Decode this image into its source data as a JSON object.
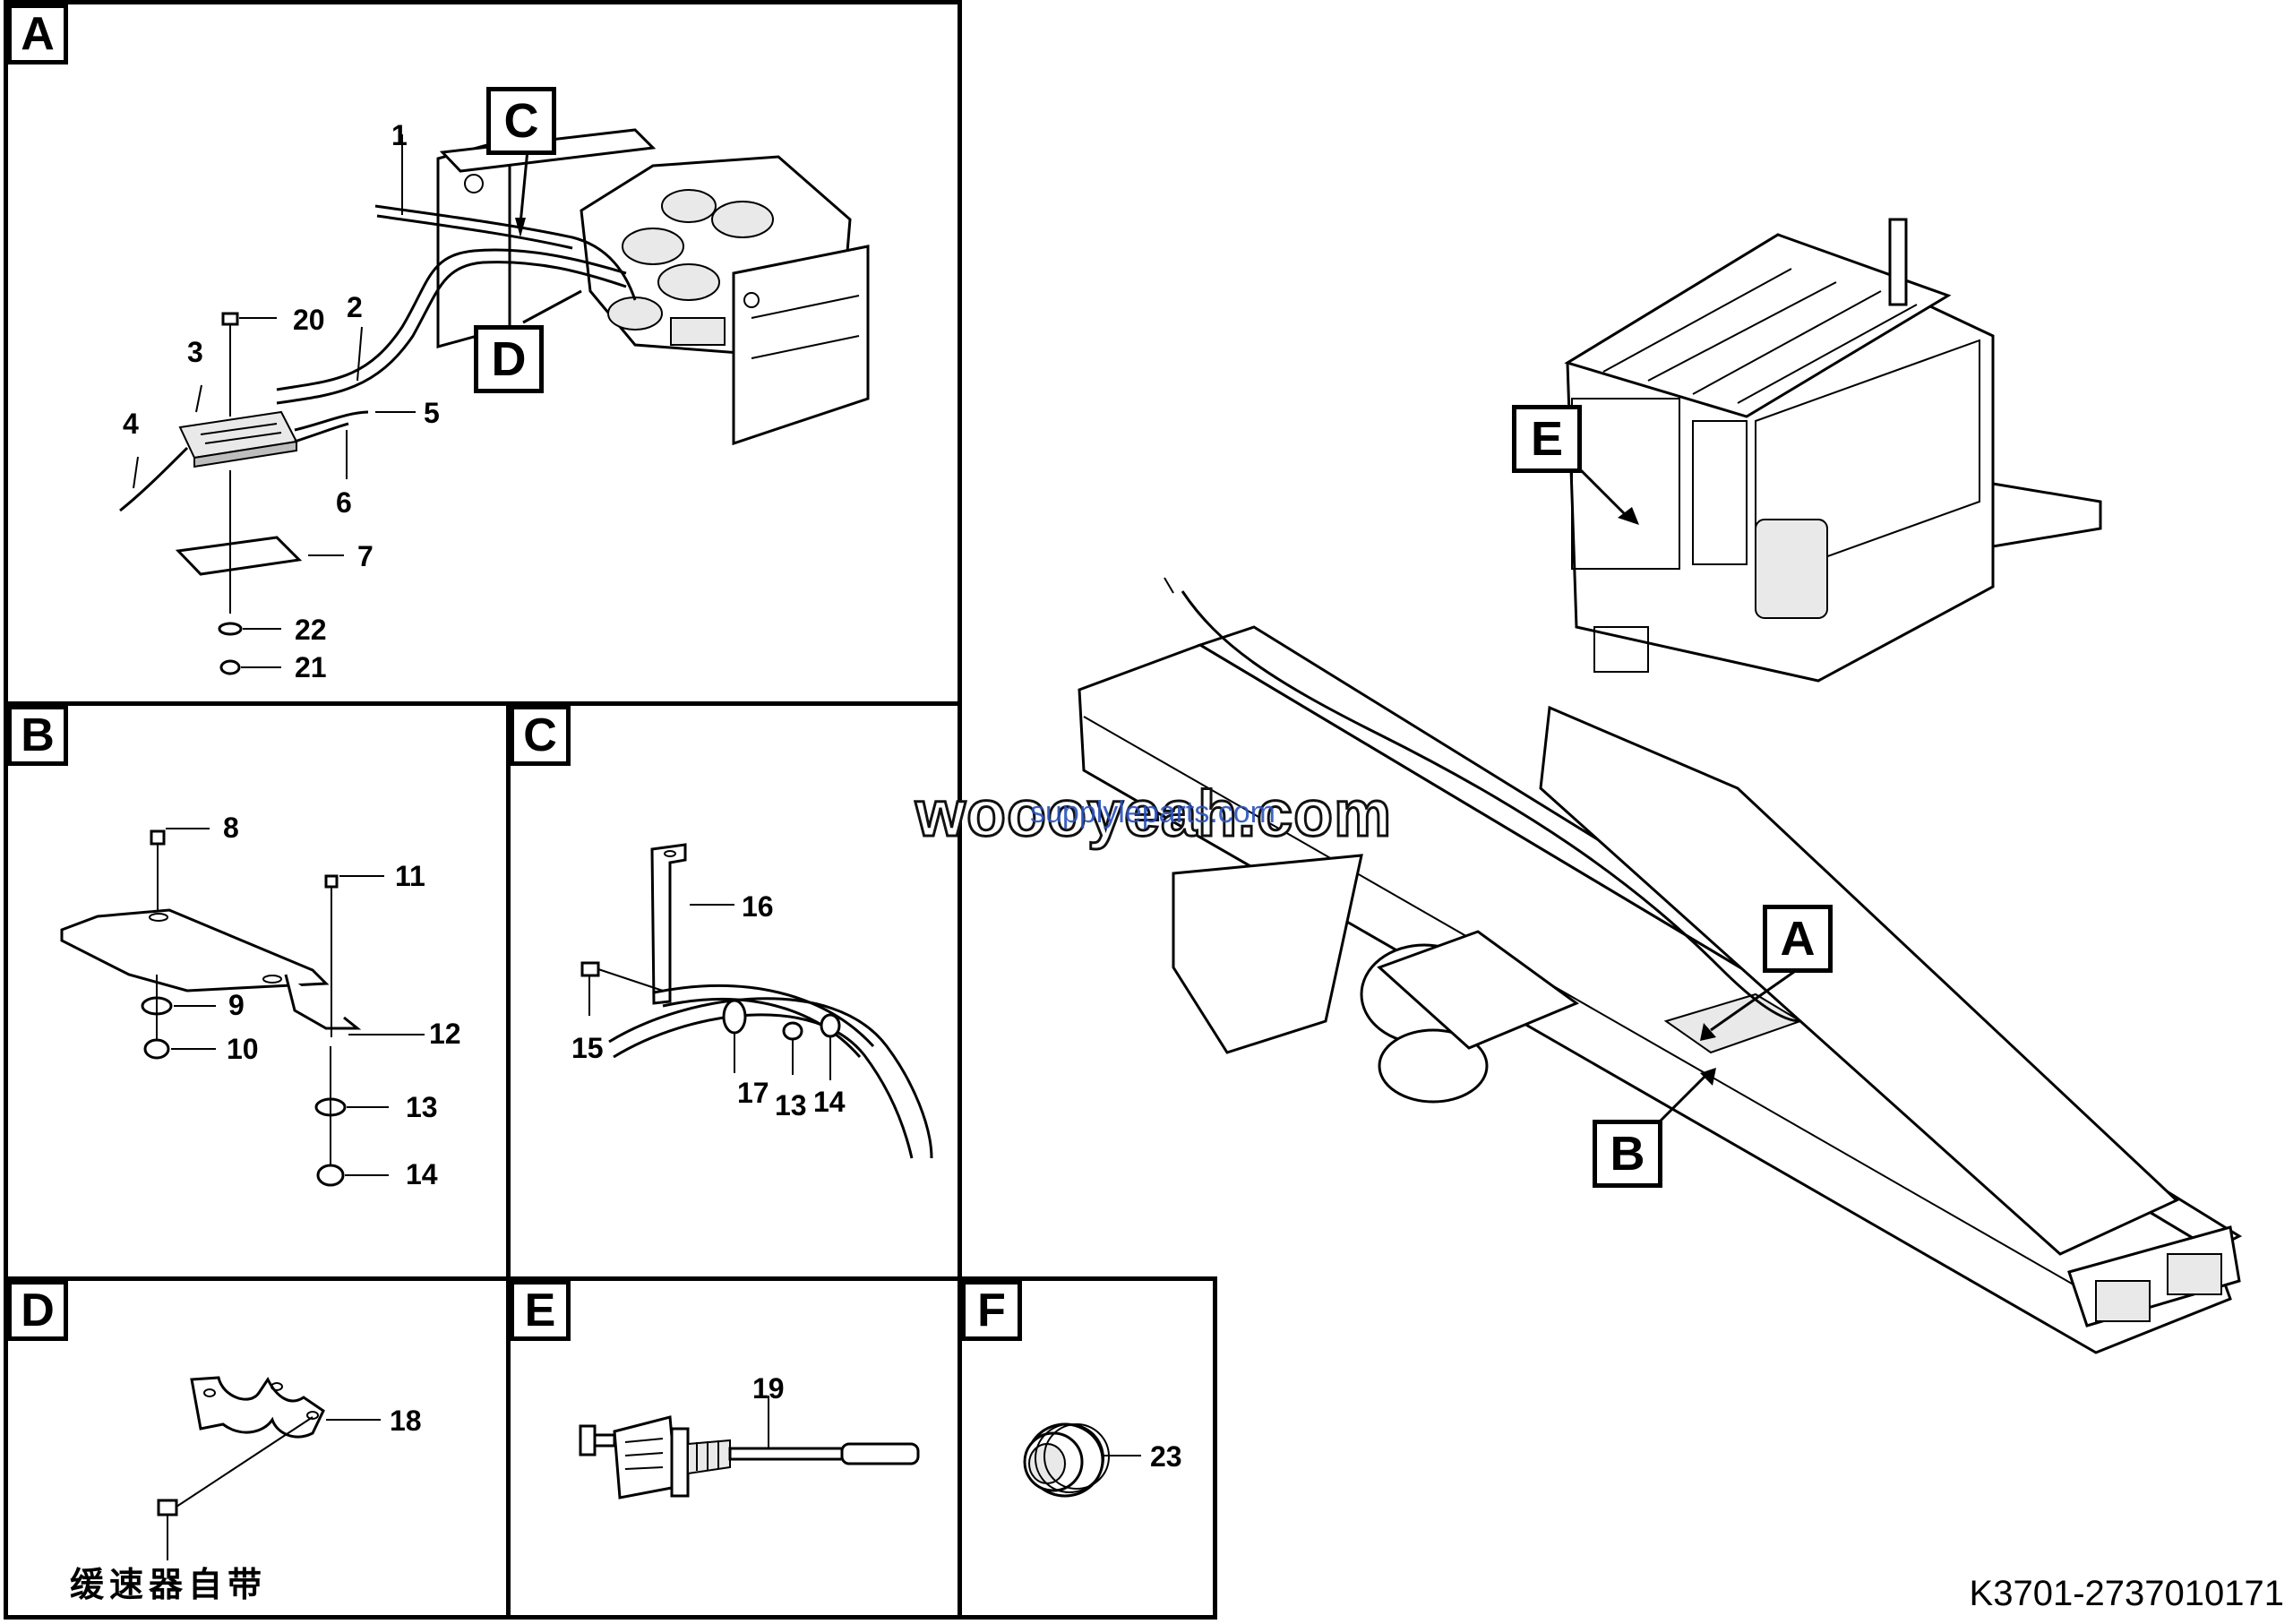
{
  "panels": {
    "A": {
      "tag": "A",
      "labels": [
        "1",
        "2",
        "3",
        "4",
        "5",
        "6",
        "7",
        "20",
        "21",
        "22"
      ],
      "callouts": [
        "C",
        "D"
      ]
    },
    "B": {
      "tag": "B",
      "labels": [
        "8",
        "9",
        "10",
        "11",
        "12",
        "13",
        "14"
      ]
    },
    "C": {
      "tag": "C",
      "labels": [
        "15",
        "16",
        "17",
        "13",
        "14"
      ]
    },
    "D": {
      "tag": "D",
      "labels": [
        "18"
      ],
      "note": "缓速器自带"
    },
    "E": {
      "tag": "E",
      "labels": [
        "19"
      ]
    },
    "F": {
      "tag": "F",
      "labels": [
        "23"
      ]
    }
  },
  "overview": {
    "callouts": [
      "E",
      "A",
      "B"
    ]
  },
  "watermark": {
    "main": "woooyeah.com",
    "overlay": "supplyleparts.com"
  },
  "document_id": "K3701-2737010171"
}
